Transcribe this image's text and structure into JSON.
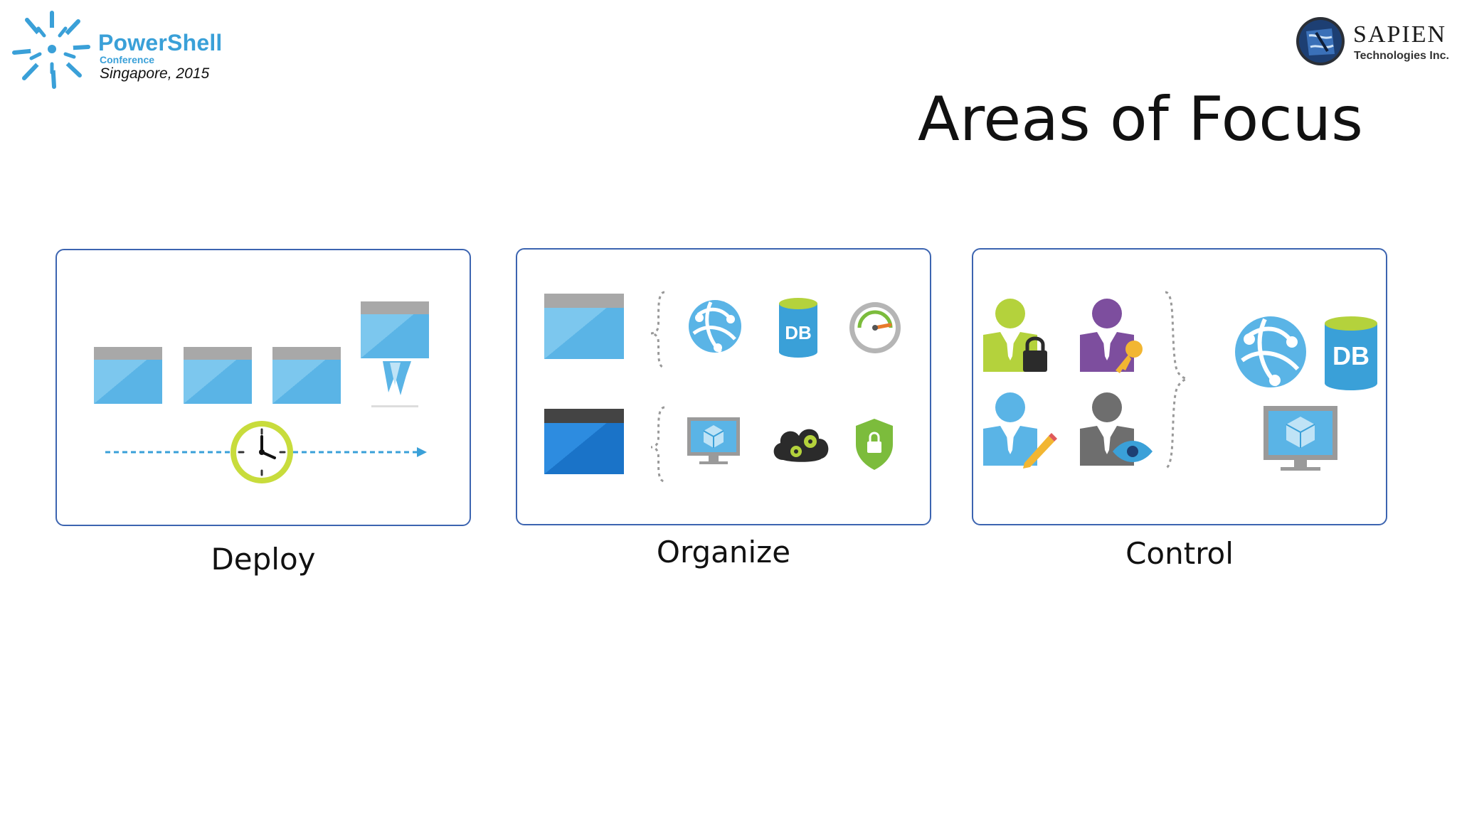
{
  "conference": {
    "name": "PowerShell",
    "subtitle": "Conference",
    "location": "Singapore, 2015"
  },
  "sponsor": {
    "name": "SAPIEN",
    "subtitle": "Technologies Inc."
  },
  "slide": {
    "title": "Areas of Focus"
  },
  "panels": [
    {
      "caption": "Deploy"
    },
    {
      "caption": "Organize",
      "badges": [
        "DB"
      ]
    },
    {
      "caption": "Control",
      "badges": [
        "DB"
      ]
    }
  ],
  "colors": {
    "panel_border": "#3c64b0",
    "azure_blue": "#5ab4e6",
    "azure_dark": "#1a73c8",
    "lime": "#b4d23c",
    "purple": "#7d4e9e",
    "gray_person": "#6e6e6e",
    "gold": "#f2b632",
    "shield_green": "#7cbc3c"
  },
  "icons": [
    "powershell-star-icon",
    "sapien-badge-icon",
    "clock-icon",
    "rocket-icon",
    "web-globe-icon",
    "database-icon",
    "gauge-icon",
    "vm-monitor-icon",
    "cloud-gears-icon",
    "shield-lock-icon",
    "user-lock-icon",
    "user-key-icon",
    "user-edit-icon",
    "user-view-icon"
  ]
}
